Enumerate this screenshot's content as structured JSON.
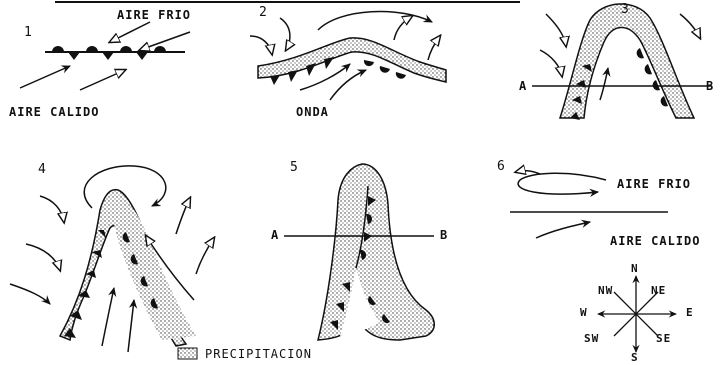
{
  "panels": {
    "p1": {
      "number": "1",
      "cold_air": "AIRE FRIO",
      "warm_air": "AIRE CALIDO"
    },
    "p2": {
      "number": "2",
      "wave": "ONDA"
    },
    "p3": {
      "number": "3",
      "line_start": "A",
      "line_end": "B"
    },
    "p4": {
      "number": "4"
    },
    "p5": {
      "number": "5",
      "line_start": "A",
      "line_end": "B"
    },
    "p6": {
      "number": "6",
      "cold_air": "AIRE FRIO",
      "warm_air": "AIRE CALIDO"
    }
  },
  "compass": {
    "n": "N",
    "ne": "NE",
    "e": "E",
    "se": "SE",
    "s": "S",
    "sw": "SW",
    "w": "W",
    "nw": "NW"
  },
  "legend": {
    "label": "PRECIPITACION"
  }
}
